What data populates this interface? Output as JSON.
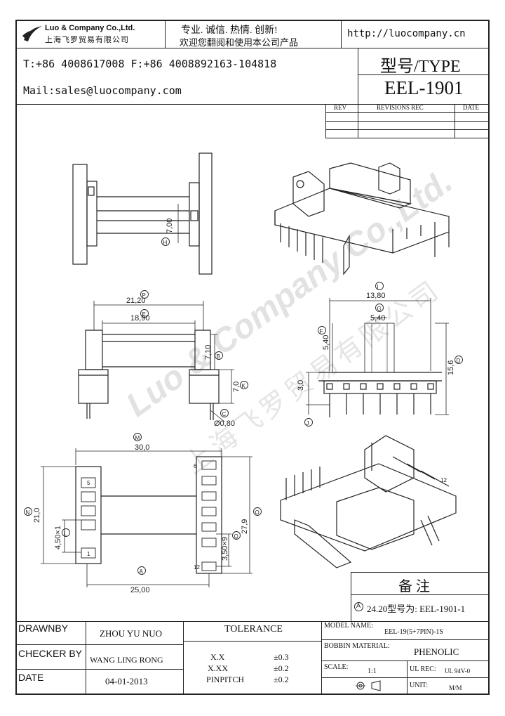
{
  "header": {
    "company_name": "Luo & Company Co.,Ltd.",
    "company_cn": "上海飞罗贸易有限公司",
    "slogan": "专业. 诚信.  热情.  创新!",
    "welcome": "欢迎您翻阅和使用本公司产品",
    "website": "http://luocompany.cn",
    "phone_fax": "T:+86 4008617008 F:+86 4008892163-104818",
    "mail": "Mail:sales@luocompany.com",
    "type_label": "型号/TYPE",
    "type_value": "EEL-1901"
  },
  "revisions": {
    "col_rev": "REV",
    "col_rec": "REVISIONS REC",
    "col_date": "DATE"
  },
  "watermark": {
    "en": "Luo & Company Co.,Ltd.",
    "cn": "上海飞罗贸易有限公司"
  },
  "dimensions": {
    "h": "7,00",
    "p": "21,20",
    "e": "18,90",
    "b7": "7,10",
    "k": "7,0",
    "c": "Ø0,80",
    "i": "13,80",
    "g": "5,40",
    "f": "5,40",
    "d": "15,6",
    "j": "3,0",
    "m": "30,0",
    "n": "21,0",
    "l": "4,50×1",
    "a": "25,00",
    "o": "27,9",
    "q": "3,50×9",
    "circ_h": "H",
    "circ_p": "P",
    "circ_e": "E",
    "circ_b": "B",
    "circ_k": "K",
    "circ_c": "C",
    "circ_i": "I",
    "circ_g": "G",
    "circ_f": "F",
    "circ_d": "D",
    "circ_j": "J",
    "circ_m": "M",
    "circ_n": "N",
    "circ_l": "L",
    "circ_a": "A",
    "circ_o": "O",
    "circ_q": "Q",
    "pin_5": "5",
    "pin_1": "1",
    "pin_6": "6",
    "pin_12": "12",
    "pin_12b": "12"
  },
  "notes": {
    "title": "备 注",
    "circ": "A",
    "text": "24.20型号为: EEL-1901-1"
  },
  "titleblock": {
    "drawnby_label": "DRAWNBY",
    "drawnby_value": "ZHOU YU NUO",
    "checker_label": "CHECKER BY",
    "checker_value": "WANG LING RONG",
    "date_label": "DATE",
    "date_value": "04-01-2013",
    "tolerance_label": "TOLERANCE",
    "tol_xx_label": "X.X",
    "tol_xx_value": "±0.3",
    "tol_xxx_label": "X.XX",
    "tol_xxx_value": "±0.2",
    "tol_pin_label": "PINPITCH",
    "tol_pin_value": "±0.2",
    "model_label": "MODEL NAME:",
    "model_value": "EEL-19(5+7PIN)-1S",
    "bobbin_label": "BOBBIN MATERIAL:",
    "bobbin_value": "PHENOLIC",
    "scale_label": "SCALE:",
    "scale_value": "1:1",
    "ulrec_label": "UL REC:",
    "ulrec_value": "UL 94V-0",
    "unit_label": "UNIT:",
    "unit_value": "M/M"
  }
}
